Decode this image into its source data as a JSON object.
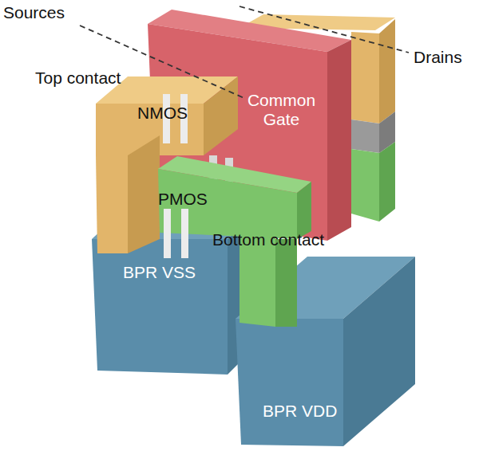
{
  "diagram": {
    "nodes": [
      {
        "text": [
          "Common Gate"
        ]
      },
      {
        "text": [
          "BPR VSS"
        ]
      },
      {
        "text": [
          "BPR VDD"
        ]
      }
    ],
    "labels": [
      "Sources",
      "Drains",
      "Top contact",
      "NMOS",
      "PMOS",
      "Bottom contact"
    ]
  }
}
